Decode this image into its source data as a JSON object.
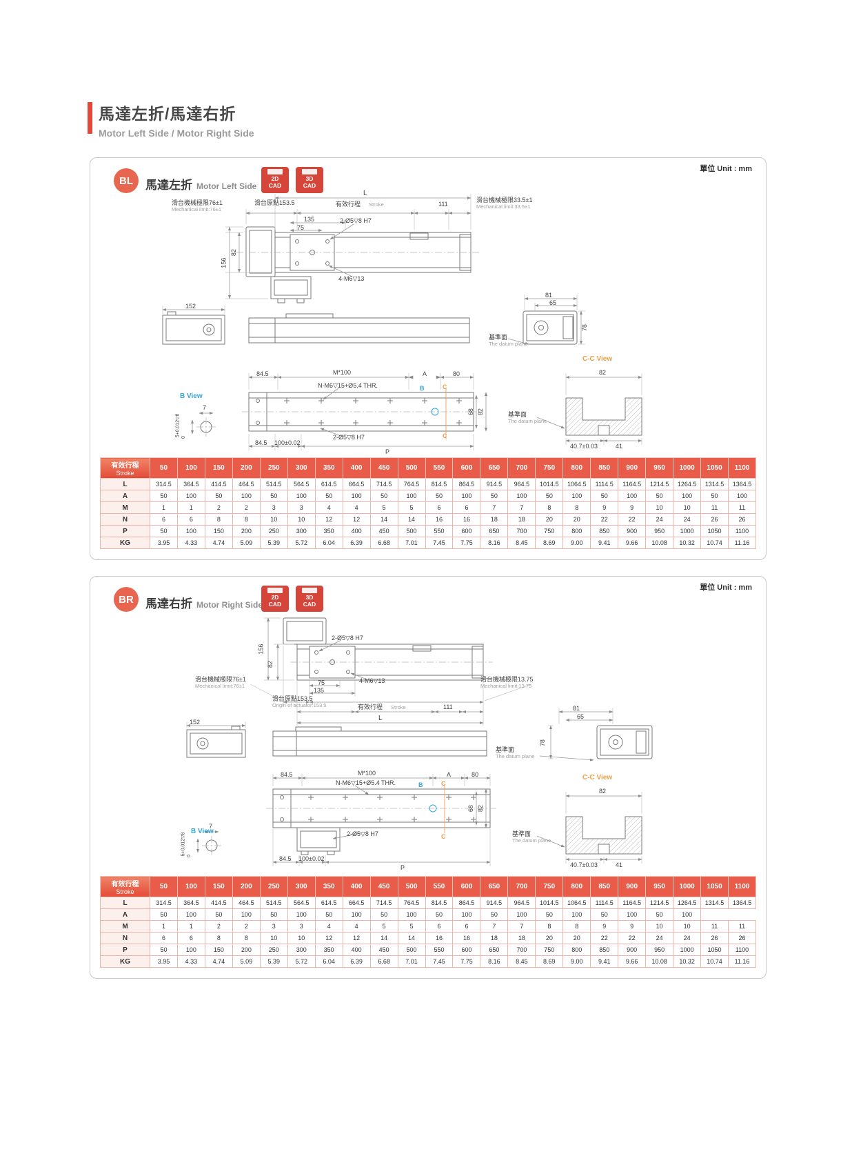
{
  "page": {
    "title_zh": "馬達左折/馬達右折",
    "title_en": "Motor Left Side / Motor Right Side"
  },
  "shared": {
    "unit": "單位 Unit : mm",
    "cad2d_line1": "2D",
    "cad2d_line2": "CAD",
    "cad3d_line1": "3D",
    "cad3d_line2": "CAD"
  },
  "bl": {
    "badge": "BL",
    "title_zh": "馬達左折",
    "title_en": "Motor Left Side",
    "labels": {
      "L": "L",
      "mech_left_zh": "滑台機械極限76±1",
      "mech_left_en": "Mechanical limit:76±1",
      "origin_zh": "滑台原點153.5",
      "stroke_zh": "有效行程",
      "stroke_en": "Stroke",
      "d111": "111",
      "mech_right_zh": "滑台機械極限33.5±1",
      "mech_right_en": "Mechanical limit:33.5±1",
      "d135": "135",
      "d75": "75",
      "holes2_top": "2-Ø5▽8 H7",
      "holes4": "4-M6▽13",
      "d82": "82",
      "d156": "156",
      "d152": "152",
      "d81": "81",
      "d65": "65",
      "d78": "78",
      "datum_zh": "基準面",
      "datum_en": "The datum plane",
      "cc_view": "C-C View",
      "d82cc": "82",
      "d845": "84.5",
      "m100": "M*100",
      "A": "A",
      "d80": "80",
      "nm6": "N-M6▽15+Ø5.4 THR.",
      "B": "B",
      "C": "C",
      "d68": "68",
      "d82b": "82",
      "b_view": "B View",
      "d7": "7",
      "tol": "5+0.012▽8",
      "tol0": "0",
      "holes2_bot": "2-Ø5▽8 H7",
      "d845b": "84.5",
      "d100": "100±0.02",
      "P": "P",
      "d407": "40.7±0.03",
      "d41": "41"
    },
    "table": {
      "header_zh": "有效行程",
      "header_en": "Stroke",
      "strokes": [
        "50",
        "100",
        "150",
        "200",
        "250",
        "300",
        "350",
        "400",
        "450",
        "500",
        "550",
        "600",
        "650",
        "700",
        "750",
        "800",
        "850",
        "900",
        "950",
        "1000",
        "1050",
        "1100"
      ],
      "rows": [
        {
          "label": "L",
          "values": [
            "314.5",
            "364.5",
            "414.5",
            "464.5",
            "514.5",
            "564.5",
            "614.5",
            "664.5",
            "714.5",
            "764.5",
            "814.5",
            "864.5",
            "914.5",
            "964.5",
            "1014.5",
            "1064.5",
            "1114.5",
            "1164.5",
            "1214.5",
            "1264.5",
            "1314.5",
            "1364.5"
          ]
        },
        {
          "label": "A",
          "values": [
            "50",
            "100",
            "50",
            "100",
            "50",
            "100",
            "50",
            "100",
            "50",
            "100",
            "50",
            "100",
            "50",
            "100",
            "50",
            "100",
            "50",
            "100",
            "50",
            "100",
            "50",
            "100"
          ]
        },
        {
          "label": "M",
          "values": [
            "1",
            "1",
            "2",
            "2",
            "3",
            "3",
            "4",
            "4",
            "5",
            "5",
            "6",
            "6",
            "7",
            "7",
            "8",
            "8",
            "9",
            "9",
            "10",
            "10",
            "11",
            "11"
          ]
        },
        {
          "label": "N",
          "values": [
            "6",
            "6",
            "8",
            "8",
            "10",
            "10",
            "12",
            "12",
            "14",
            "14",
            "16",
            "16",
            "18",
            "18",
            "20",
            "20",
            "22",
            "22",
            "24",
            "24",
            "26",
            "26"
          ]
        },
        {
          "label": "P",
          "values": [
            "50",
            "100",
            "150",
            "200",
            "250",
            "300",
            "350",
            "400",
            "450",
            "500",
            "550",
            "600",
            "650",
            "700",
            "750",
            "800",
            "850",
            "900",
            "950",
            "1000",
            "1050",
            "1100"
          ]
        },
        {
          "label": "KG",
          "values": [
            "3.95",
            "4.33",
            "4.74",
            "5.09",
            "5.39",
            "5.72",
            "6.04",
            "6.39",
            "6.68",
            "7.01",
            "7.45",
            "7.75",
            "8.16",
            "8.45",
            "8.69",
            "9.00",
            "9.41",
            "9.66",
            "10.08",
            "10.32",
            "10.74",
            "11.16"
          ]
        }
      ]
    }
  },
  "br": {
    "badge": "BR",
    "title_zh": "馬達右折",
    "title_en": "Motor Right Side",
    "labels": {
      "L": "L",
      "mech_left_zh": "滑台機械極限76±1",
      "mech_left_en": "Mechanical limit:76±1",
      "origin_zh": "滑台原點153.5",
      "origin_en": "Origin of actuator:153.5",
      "stroke_zh": "有效行程",
      "stroke_en": "Stroke",
      "d111": "111",
      "mech_right_zh": "滑台機械極限13.75",
      "mech_right_en": "Mechanical limit:13.75",
      "d135": "135",
      "d75": "75",
      "holes2_top": "2-Ø5▽8 H7",
      "holes4": "4-M6▽13",
      "d82": "82",
      "d156": "156",
      "d152": "152",
      "d81": "81",
      "d65": "65",
      "d78": "78",
      "datum_zh": "基準面",
      "datum_en": "The datum plane",
      "cc_view": "C-C View",
      "d82cc": "82",
      "d845": "84.5",
      "m100": "M*100",
      "A": "A",
      "d80": "80",
      "nm6": "N-M6▽15+Ø5.4 THR.",
      "B": "B",
      "C": "C",
      "d68": "68",
      "d82b": "82",
      "b_view": "B View",
      "d7": "7",
      "tol": "5+0.012▽8",
      "tol0": "0",
      "holes2_bot": "2-Ø5▽8 H7",
      "d845b": "84.5",
      "d100": "100±0.02",
      "P": "P",
      "d407": "40.7±0.03",
      "d41": "41"
    },
    "table": {
      "header_zh": "有效行程",
      "header_en": "Stroke",
      "strokes": [
        "50",
        "100",
        "150",
        "200",
        "250",
        "300",
        "350",
        "400",
        "450",
        "500",
        "550",
        "600",
        "650",
        "700",
        "750",
        "800",
        "850",
        "900",
        "950",
        "1000",
        "1050",
        "1100"
      ],
      "rows": [
        {
          "label": "L",
          "values": [
            "314.5",
            "364.5",
            "414.5",
            "464.5",
            "514.5",
            "564.5",
            "614.5",
            "664.5",
            "714.5",
            "764.5",
            "814.5",
            "864.5",
            "914.5",
            "964.5",
            "1014.5",
            "1064.5",
            "1114.5",
            "1164.5",
            "1214.5",
            "1264.5",
            "1314.5",
            "1364.5"
          ]
        },
        {
          "label": "A",
          "values": [
            "50",
            "100",
            "50",
            "100",
            "50",
            "100",
            "50",
            "100",
            "50",
            "100",
            "50",
            "100",
            "50",
            "100",
            "50",
            "100",
            "50",
            "100",
            "50",
            "100"
          ]
        },
        {
          "label": "M",
          "values": [
            "1",
            "1",
            "2",
            "2",
            "3",
            "3",
            "4",
            "4",
            "5",
            "5",
            "6",
            "6",
            "7",
            "7",
            "8",
            "8",
            "9",
            "9",
            "10",
            "10",
            "11",
            "11"
          ]
        },
        {
          "label": "N",
          "values": [
            "6",
            "6",
            "8",
            "8",
            "10",
            "10",
            "12",
            "12",
            "14",
            "14",
            "16",
            "16",
            "18",
            "18",
            "20",
            "20",
            "22",
            "22",
            "24",
            "24",
            "26",
            "26"
          ]
        },
        {
          "label": "P",
          "values": [
            "50",
            "100",
            "150",
            "200",
            "250",
            "300",
            "350",
            "400",
            "450",
            "500",
            "550",
            "600",
            "650",
            "700",
            "750",
            "800",
            "850",
            "900",
            "950",
            "1000",
            "1050",
            "1100"
          ]
        },
        {
          "label": "KG",
          "values": [
            "3.95",
            "4.33",
            "4.74",
            "5.09",
            "5.39",
            "5.72",
            "6.04",
            "6.39",
            "6.68",
            "7.01",
            "7.45",
            "7.75",
            "8.16",
            "8.45",
            "8.69",
            "9.00",
            "9.41",
            "9.66",
            "10.08",
            "10.32",
            "10.74",
            "11.16"
          ]
        }
      ]
    }
  }
}
